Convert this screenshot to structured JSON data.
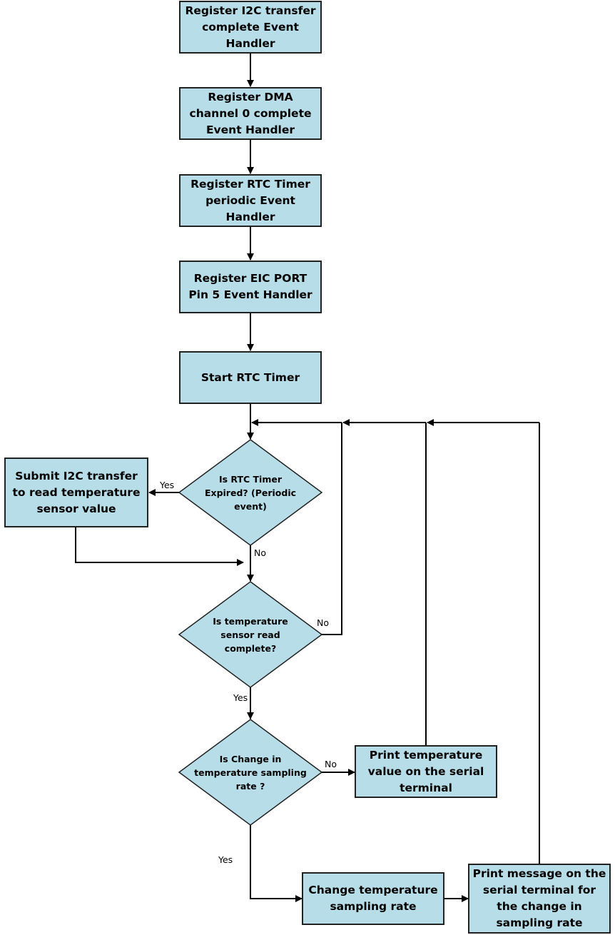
{
  "theme": {
    "fill": "#b7dde8",
    "stroke": "#222222"
  },
  "boxes": {
    "reg_i2c": "Register I2C transfer complete Event Handler",
    "reg_dma": "Register DMA channel 0 complete Event Handler",
    "reg_rtc": "Register RTC Timer periodic Event Handler",
    "reg_eic": "Register EIC PORT Pin 5 Event Handler",
    "start_rtc": "Start RTC Timer",
    "submit_i2c": "Submit I2C transfer to read temperature sensor value",
    "print_temp": "Print temperature value on the serial terminal",
    "change_rate": "Change temperature sampling rate",
    "print_msg": "Print message on the serial terminal for the change in sampling rate"
  },
  "decisions": {
    "rtc_expired": "Is RTC Timer Expired? (Periodic event)",
    "read_complete": "Is temperature sensor read complete?",
    "rate_change": "Is Change in temperature sampling rate ?"
  },
  "labels": {
    "yes_rtc": "Yes",
    "no_rtc": "No",
    "no_read": "No",
    "yes_read": "Yes",
    "no_rate": "No",
    "yes_rate": "Yes"
  }
}
